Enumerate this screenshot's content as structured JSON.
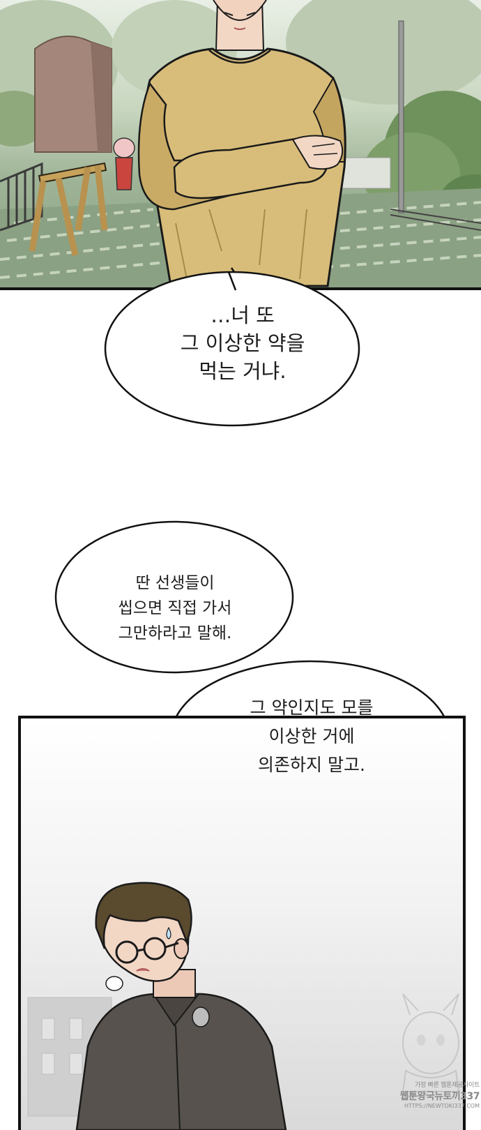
{
  "bubbles": {
    "first": {
      "lines": [
        "…너 또",
        "그 이상한 약을",
        "먹는 거냐."
      ]
    },
    "second": {
      "lines": [
        "딴 선생들이",
        "씹으면 직접 가서",
        "그만하라고 말해."
      ]
    },
    "third": {
      "lines": [
        "그 약인지도 모를",
        "이상한 거에",
        "의존하지 말고."
      ]
    }
  },
  "watermark": {
    "line1": "가장 빠른 웹툰제공사이트",
    "line2": "웹툰왕국뉴토끼337",
    "line3": "HTTPS://NEWTOKI337.COM"
  },
  "colors": {
    "sweater": "#d8bd7a",
    "sweater_shadow": "#b89a55",
    "shirt": "#57524d",
    "hair": "#5a4a2e",
    "skin": "#f2d7c5",
    "foliage": "#7f9f6a",
    "pillar": "#a4877a",
    "ink": "#111111"
  }
}
